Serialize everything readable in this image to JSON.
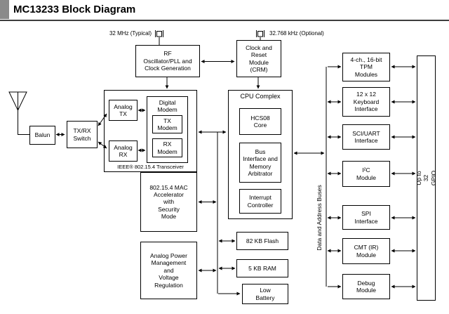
{
  "page": {
    "title": "MC13233 Block Diagram"
  },
  "colors": {
    "ink": "#000000",
    "header_rule": "#3d3d3d",
    "corner_mark": "#8a8a8a"
  },
  "diagram": {
    "clocks": {
      "xtal1_label": "32 MHz (Typical)",
      "xtal2_label": "32.768 kHz (Optional)"
    },
    "blocks": {
      "rf_osc": "RF\nOscillator/PLL and\nClock Generation",
      "crm": "Clock and\nReset\nModule\n(CRM)",
      "tpm": "4-ch., 16-bit\nTPM\nModules",
      "keyboard": "12 x 12\nKeyboard\nInterface",
      "sci_uart": "SCI/UART\nInterface",
      "i2c": "I²C\nModule",
      "spi": "SPI\nInterface",
      "cmt": "CMT (IR)\nModule",
      "debug": "Debug\nModule",
      "gpio": "Up to 32 GPIO",
      "balun": "Balun",
      "txrx_switch": "TX/RX\nSwitch",
      "analog_tx": "Analog\nTX",
      "analog_rx": "Analog\nRX",
      "digital_modem": "Digital\nModem",
      "tx_modem": "TX\nModem",
      "rx_modem": "RX\nModem",
      "transceiver_label": "IEEE® 802.15.4 Transceiver",
      "cpu_complex": "CPU Complex",
      "hcs08": "HCS08\nCore",
      "bus_interface": "Bus\nInterface and\nMemory\nArbitrator",
      "interrupt": "Interrupt\nController",
      "mac": "802.15.4 MAC\nAccelerator\nwith\nSecurity\nMode",
      "power": "Analog Power\nManagement\nand\nVoltage\nRegulation",
      "flash": "82 KB Flash",
      "ram": "5 KB RAM",
      "low_battery": "Low\nBattery",
      "bus_label": "Data and Address Buses"
    }
  }
}
